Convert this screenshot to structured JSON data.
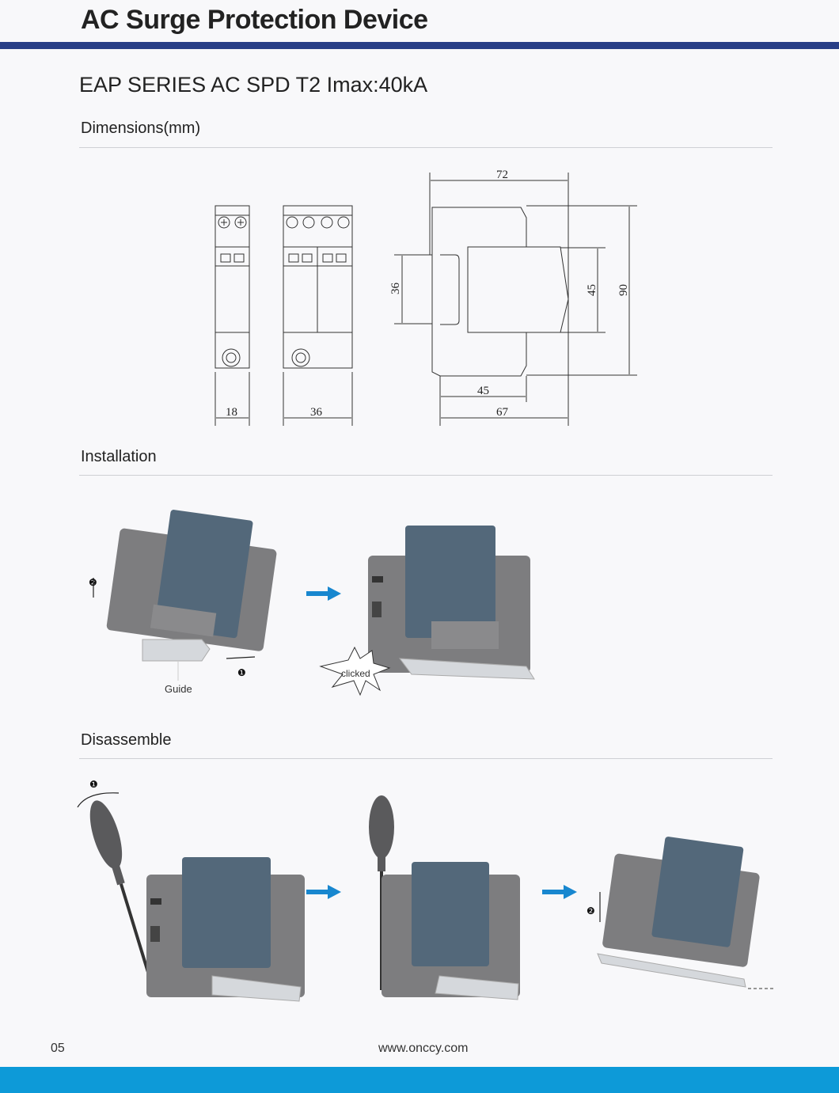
{
  "header": {
    "title": "AC Surge Protection Device",
    "bar_color": "#283e86"
  },
  "product": {
    "series_title": "EAP SERIES AC SPD T2 Imax:40kA"
  },
  "sections": {
    "dimensions": {
      "heading": "Dimensions(mm)",
      "labels": {
        "width_1p": "18",
        "width_2p": "36",
        "overall_depth": "72",
        "front_height": "36",
        "middle_height": "45",
        "overall_height": "90",
        "base_depth": "45",
        "mount_depth": "67"
      }
    },
    "installation": {
      "heading": "Installation",
      "step1_marker": "❶",
      "step2_marker": "❷",
      "guide_label": "Guide",
      "clicked_label": "clicked"
    },
    "disassemble": {
      "heading": "Disassemble",
      "step1_marker": "❶",
      "step2_marker": "❷"
    }
  },
  "colors": {
    "module_blue": "#53687a",
    "housing_grey": "#7d7d7f",
    "arrow_blue": "#1887cf",
    "footer_blue": "#0d9ad8"
  },
  "footer": {
    "page_number": "05",
    "website": "www.onccy.com"
  }
}
